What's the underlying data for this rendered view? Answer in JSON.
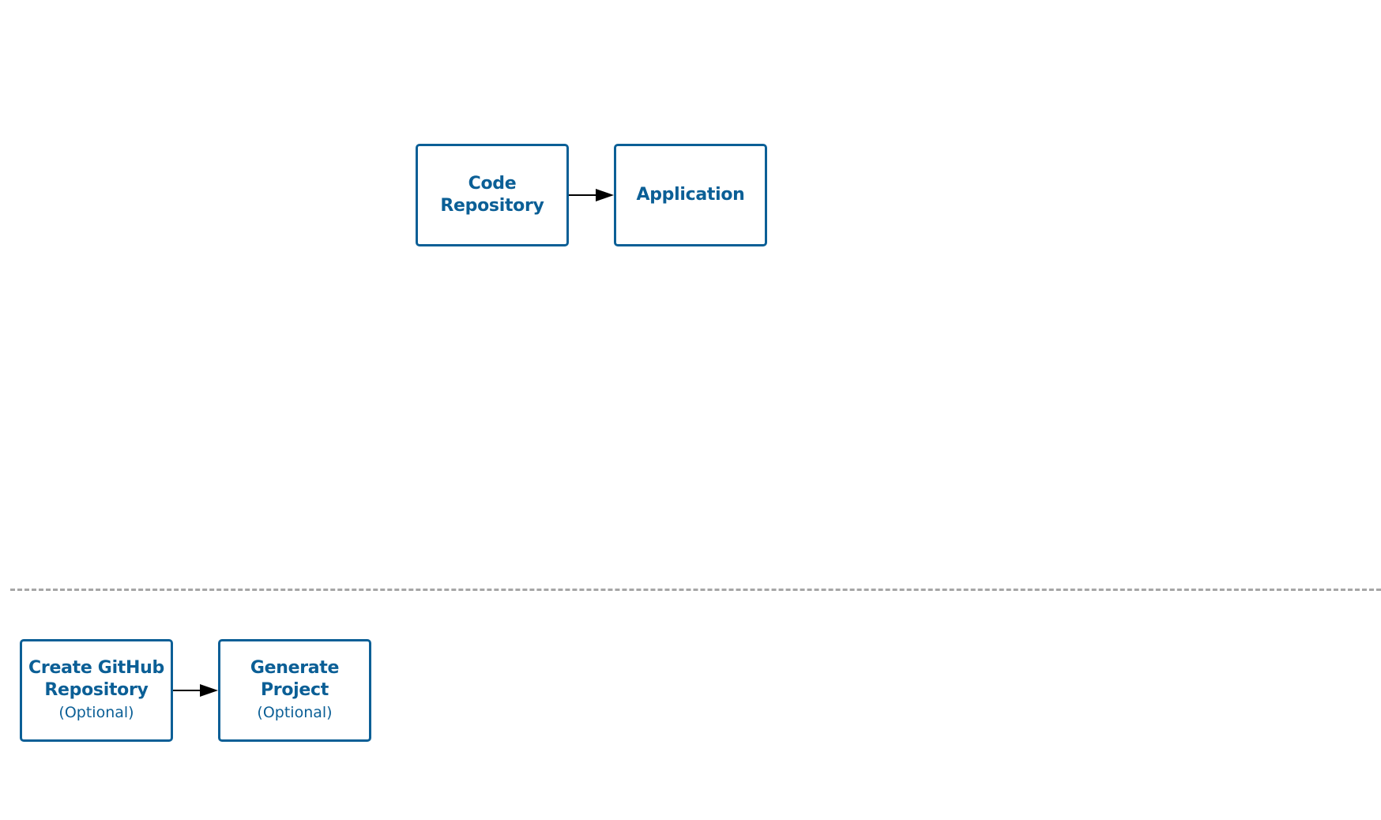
{
  "diagram": {
    "top_flow": {
      "code_repository": {
        "title": "Code\nRepository"
      },
      "application": {
        "title": "Application"
      }
    },
    "bottom_flow": {
      "create_github_repository": {
        "title": "Create GitHub\nRepository",
        "note": "(Optional)"
      },
      "generate_project": {
        "title": "Generate\nProject",
        "note": "(Optional)"
      }
    },
    "colors": {
      "box_border": "#0b5f96",
      "box_text": "#0b5f96",
      "arrow": "#000000",
      "divider": "#a6a6a6"
    }
  }
}
